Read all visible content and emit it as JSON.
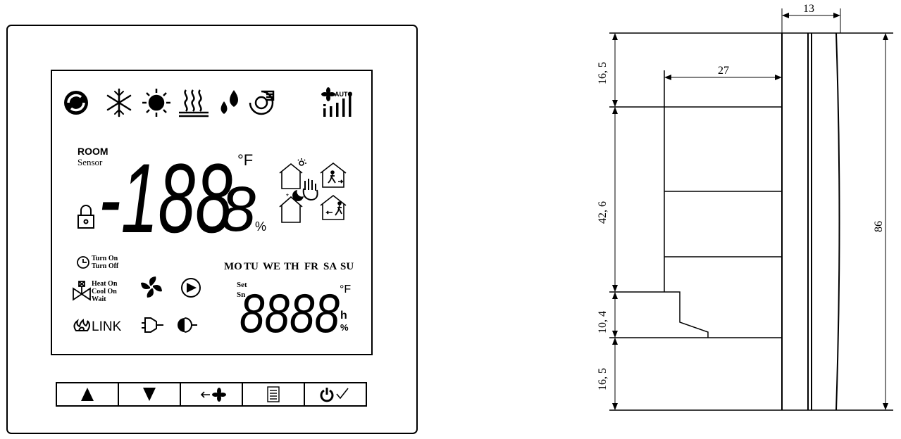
{
  "front": {
    "lcd": {
      "room_label": "ROOM",
      "sensor_label": "Sensor",
      "main_digits": "-188",
      "main_decimal": "8",
      "degree_f": "°F",
      "percent": "%",
      "timer": {
        "turn_on": "Turn On",
        "turn_off": "Turn Off"
      },
      "valve": {
        "heat_on": "Heat On",
        "cool_on": "Cool On",
        "wait": "Wait"
      },
      "link_label": "LINK",
      "days": [
        "MO",
        "TU",
        "WE",
        "TH",
        "FR",
        "SA",
        "SU"
      ],
      "set_label": "Set",
      "sn_label": "Sn",
      "small_digits": "8888",
      "small_degree_f": "°F",
      "small_hour": "h",
      "small_percent": "%",
      "fan_auto": "AUTO"
    },
    "buttons": [
      {
        "id": "up",
        "icon": "triangle-up-icon"
      },
      {
        "id": "down",
        "icon": "triangle-down-icon"
      },
      {
        "id": "fan",
        "icon": "fan-return-icon"
      },
      {
        "id": "menu",
        "icon": "menu-icon"
      },
      {
        "id": "power",
        "icon": "power-check-icon"
      }
    ]
  },
  "side": {
    "dim_top_width": "13",
    "dim_depth": "27",
    "dim_upper": "16, 5",
    "dim_middle": "42, 6",
    "dim_step": "10, 4",
    "dim_lower": "16, 5",
    "dim_total": "86"
  }
}
